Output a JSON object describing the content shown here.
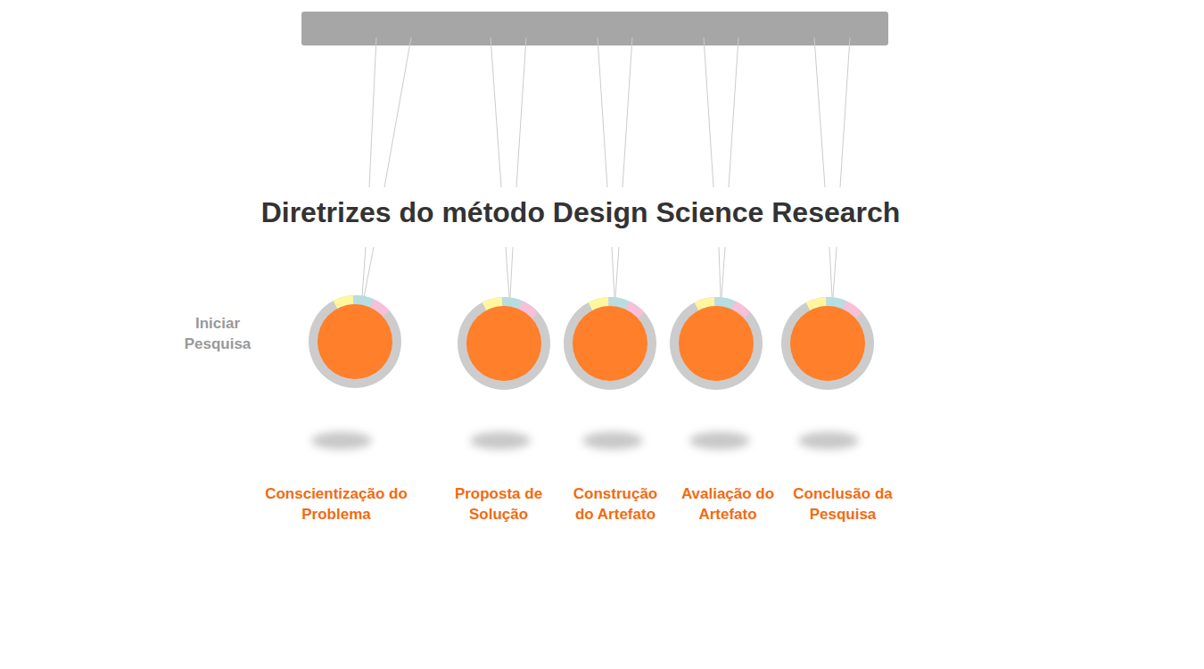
{
  "diagram": {
    "title": "Diretrizes do método Design Science Research",
    "nodes": [
      {
        "text": [
          "Conscientização do Problema"
        ]
      },
      {
        "text": [
          "Proposta de Solução"
        ]
      },
      {
        "text": [
          "Construção do Artefato"
        ]
      },
      {
        "text": [
          "Avaliação do Artefato"
        ]
      },
      {
        "text": [
          "Conclusão da Pesquisa"
        ]
      }
    ],
    "labels": [
      "Iniciar Pesquisa"
    ]
  }
}
